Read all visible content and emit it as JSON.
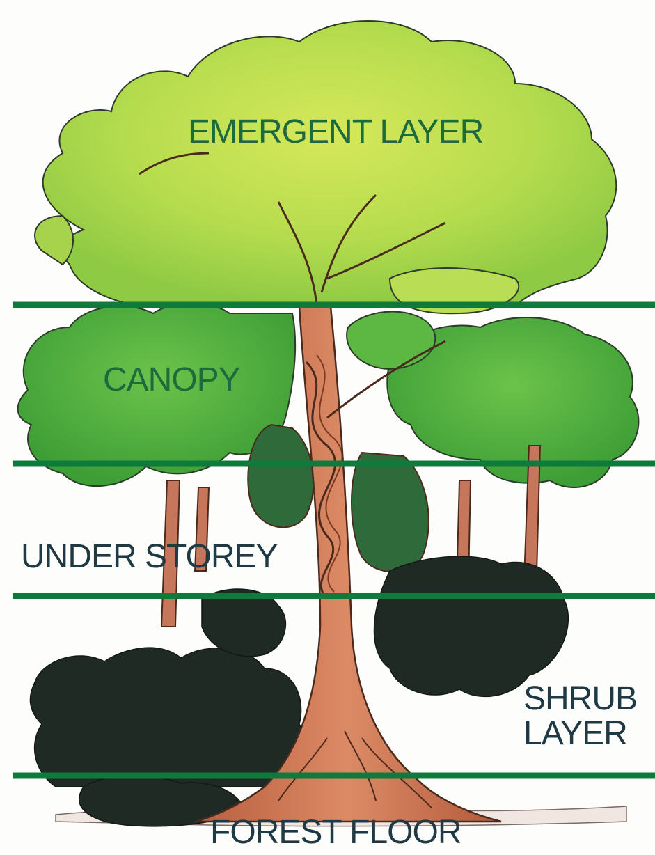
{
  "diagram": {
    "labels": {
      "emergent": "EMERGENT LAYER",
      "canopy": "CANOPY",
      "understorey": "UNDER STOREY",
      "shrub_line1": "SHRUB",
      "shrub_line2": "LAYER",
      "forest_floor": "FOREST FLOOR"
    },
    "colors": {
      "divider": "#0e7a3c",
      "emergent_foliage": "#a8d64a",
      "canopy_foliage": "#4cae3a",
      "understorey_foliage": "#2f6b3a",
      "shrub_foliage": "#1f2a24",
      "trunk": "#c97452",
      "label_green": "#1d6a3f",
      "label_slate": "#1f3a44"
    }
  }
}
